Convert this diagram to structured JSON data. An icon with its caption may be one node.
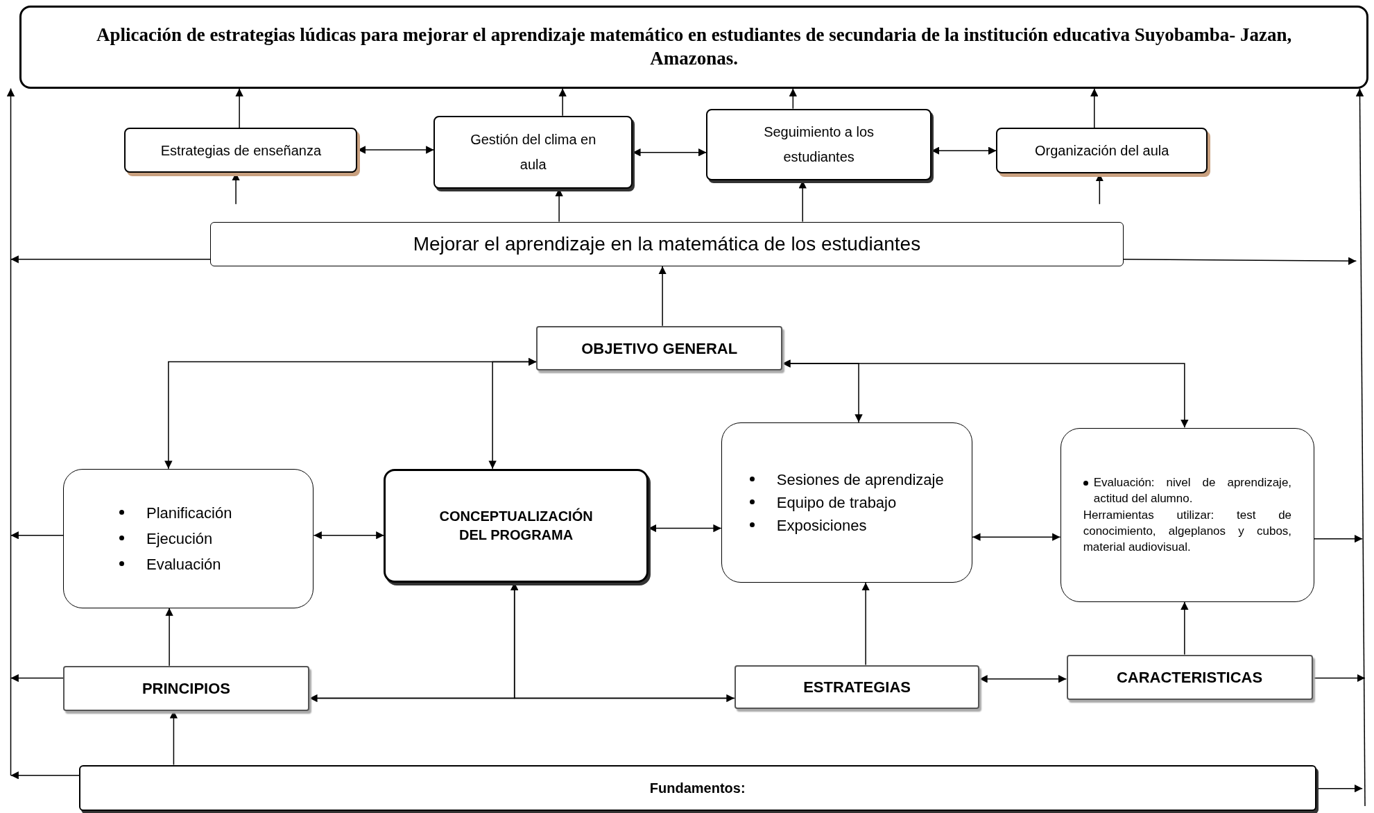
{
  "diagram": {
    "nodes": [
      {
        "text": [
          "Aplicación de estrategias lúdicas para mejorar el aprendizaje matemático en estudiantes de secundaria de la institución educativa Suyobamba- Jazan, Amazonas."
        ]
      },
      {
        "text": [
          "Estrategias de enseñanza"
        ]
      },
      {
        "text": [
          "Gestión del clima en aula"
        ]
      },
      {
        "text": [
          "Seguimiento a los estudiantes"
        ]
      },
      {
        "text": [
          "Organización del aula"
        ]
      },
      {
        "text": [
          "Mejorar el aprendizaje en la matemática de los estudiantes"
        ]
      },
      {
        "text": [
          "OBJETIVO GENERAL"
        ]
      },
      {
        "text": [
          "Planificación",
          "Ejecución",
          "Evaluación"
        ]
      },
      {
        "text": [
          "CONCEPTUALIZACIÓN DEL PROGRAMA"
        ]
      },
      {
        "text": [
          "Sesiones de aprendizaje",
          "Equipo de trabajo",
          "Exposiciones"
        ]
      },
      {
        "text": [
          "Evaluación: nivel de aprendizaje, actitud del alumno.",
          "Herramientas utilizar: test de conocimiento, algeplanos y cubos, material audiovisual."
        ]
      },
      {
        "text": [
          "PRINCIPIOS"
        ]
      },
      {
        "text": [
          "ESTRATEGIAS"
        ]
      },
      {
        "text": [
          "CARACTERISTICAS"
        ]
      },
      {
        "text": [
          "Fundamentos:"
        ]
      }
    ],
    "edges": [
      {
        "from": 1,
        "to": 0,
        "arrow": "to"
      },
      {
        "from": 2,
        "to": 0,
        "arrow": "to"
      },
      {
        "from": 3,
        "to": 0,
        "arrow": "to"
      },
      {
        "from": 4,
        "to": 0,
        "arrow": "to"
      },
      {
        "from": 1,
        "to": 2,
        "arrow": "both"
      },
      {
        "from": 2,
        "to": 3,
        "arrow": "both"
      },
      {
        "from": 3,
        "to": 4,
        "arrow": "both"
      },
      {
        "from": null,
        "to": 1,
        "arrow": "to"
      },
      {
        "from": 5,
        "to": 2,
        "arrow": "to"
      },
      {
        "from": 5,
        "to": 3,
        "arrow": "to"
      },
      {
        "from": null,
        "to": 4,
        "arrow": "to"
      },
      {
        "from": 5,
        "to": null,
        "arrow": "to"
      },
      {
        "from": 5,
        "to": null,
        "arrow": "to"
      },
      {
        "from": 6,
        "to": 5,
        "arrow": "to"
      },
      {
        "from": 6,
        "to": 7,
        "arrow": "both"
      },
      {
        "from": 6,
        "to": 8,
        "arrow": "both"
      },
      {
        "from": 6,
        "to": 10,
        "arrow": "both"
      },
      {
        "from": 6,
        "to": 9,
        "arrow": "both"
      },
      {
        "from": 7,
        "to": 8,
        "arrow": "both"
      },
      {
        "from": 8,
        "to": 9,
        "arrow": "both"
      },
      {
        "from": 9,
        "to": 10,
        "arrow": "both"
      },
      {
        "from": 7,
        "to": null,
        "arrow": "to"
      },
      {
        "from": 10,
        "to": null,
        "arrow": "to"
      },
      {
        "from": 11,
        "to": 7,
        "arrow": "to"
      },
      {
        "from": 11,
        "to": 12,
        "arrow": "both"
      },
      {
        "from": 11,
        "to": 8,
        "arrow": "to"
      },
      {
        "from": 12,
        "to": 8,
        "arrow": "to"
      },
      {
        "from": 12,
        "to": 9,
        "arrow": "to"
      },
      {
        "from": 12,
        "to": 13,
        "arrow": "both"
      },
      {
        "from": 13,
        "to": 10,
        "arrow": "to"
      },
      {
        "from": 11,
        "to": null,
        "arrow": "to"
      },
      {
        "from": 13,
        "to": null,
        "arrow": "to"
      },
      {
        "from": 14,
        "to": 11,
        "arrow": "to"
      },
      {
        "from": 14,
        "to": null,
        "arrow": "to"
      },
      {
        "from": 14,
        "to": null,
        "arrow": "to"
      },
      {
        "from": null,
        "to": 0,
        "arrow": "to"
      },
      {
        "from": null,
        "to": 0,
        "arrow": "to"
      }
    ]
  }
}
